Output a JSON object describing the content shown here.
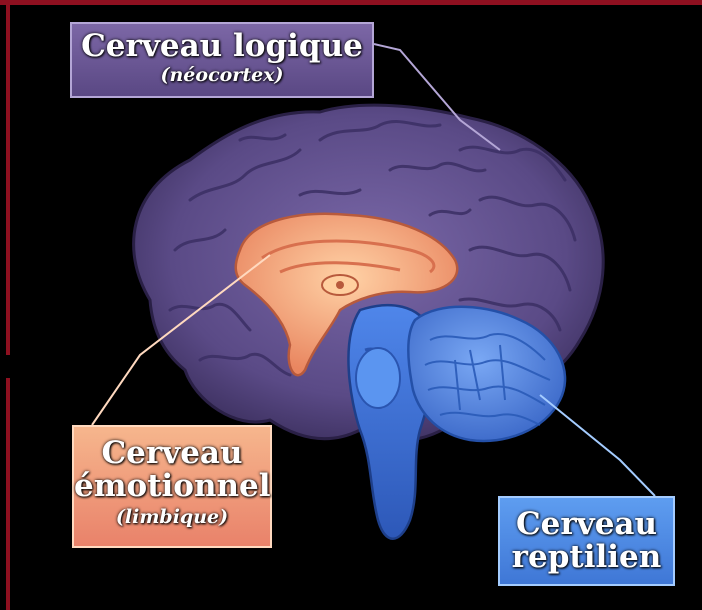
{
  "labels": {
    "neocortex": {
      "title": "Cerveau logique",
      "subtitle": "(néocortex)"
    },
    "limbic": {
      "title_line1": "Cerveau",
      "title_line2": "émotionnel",
      "subtitle": "(limbique)"
    },
    "reptilian": {
      "title_line1": "Cerveau",
      "title_line2": "reptilien"
    }
  },
  "colors": {
    "background": "#000000",
    "frame": "#8e1020",
    "neocortex": "#6b5a96",
    "limbic": "#f2a07c",
    "reptilian": "#4d86e6"
  }
}
